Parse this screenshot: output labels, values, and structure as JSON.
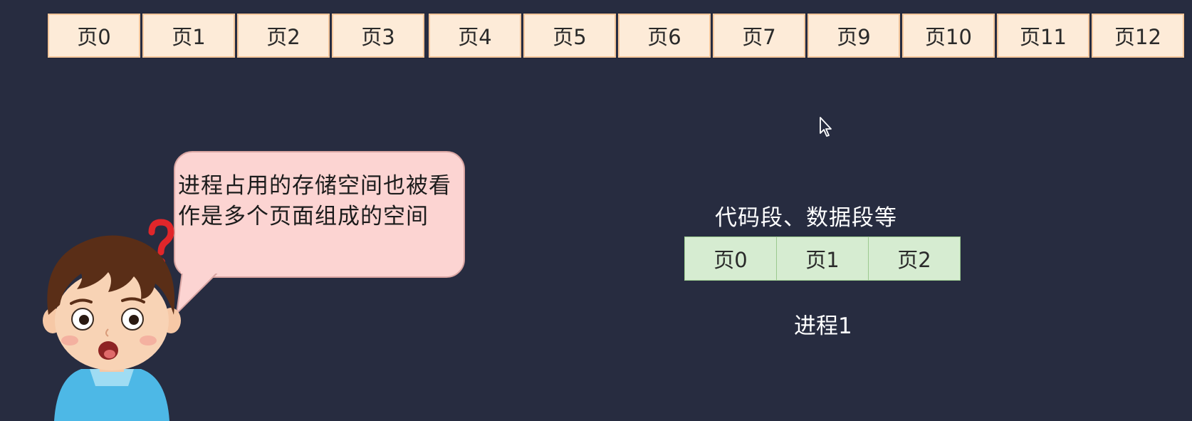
{
  "memory": {
    "pages": [
      "页0",
      "页1",
      "页2",
      "页3",
      "页4",
      "页5",
      "页6",
      "页7",
      "页9",
      "页10",
      "页11",
      "页12"
    ]
  },
  "bubble": {
    "text": "进程占用的存储空间也被看作是多个页面组成的空间"
  },
  "process": {
    "segment_label": "代码段、数据段等",
    "pages": [
      "页0",
      "页1",
      "页2"
    ],
    "label": "进程1"
  },
  "colors": {
    "background": "#272c40",
    "memory_cell_fill": "#fdebd8",
    "memory_cell_border": "#f4c79c",
    "bubble_fill": "#fcd4d2",
    "process_cell_fill": "#d6ecd1",
    "question_mark": "#e0262a"
  },
  "icons": {
    "cursor": "mouse-pointer-icon",
    "character": "confused-boy-icon"
  }
}
